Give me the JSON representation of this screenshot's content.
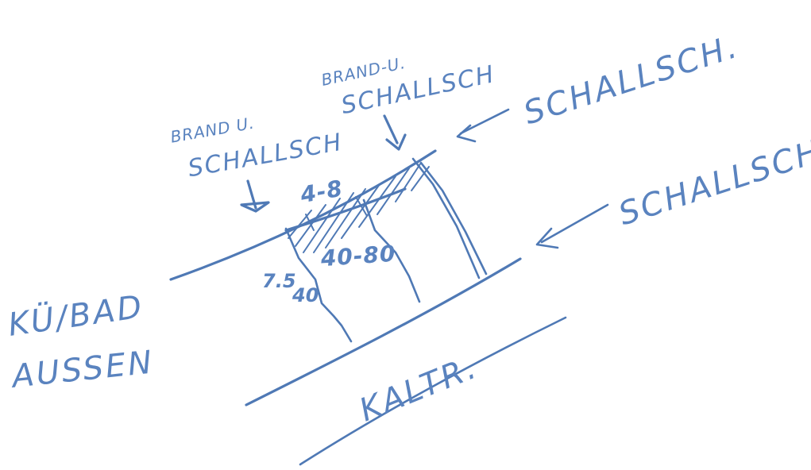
{
  "labels": {
    "brand_schallsch_left": [
      "BRAND U.",
      "SCHALLSCH"
    ],
    "brand_schallsch_mid": [
      "BRAND-U.",
      "SCHALLSCH"
    ],
    "schallsch_top": "SCHALLSCH.",
    "schallsch_right": "SCHALLSCH.",
    "kue_bad": "KÜ/BAD",
    "aussen": "AUSSEN",
    "kaltr": "KALTR.",
    "dim_4_8": "4-8",
    "dim_7_5": "7.5",
    "dim_40": "40",
    "dim_40_80": "40-80"
  },
  "colors": {
    "ink": "#4f79b5",
    "paper": "#ffffff"
  }
}
